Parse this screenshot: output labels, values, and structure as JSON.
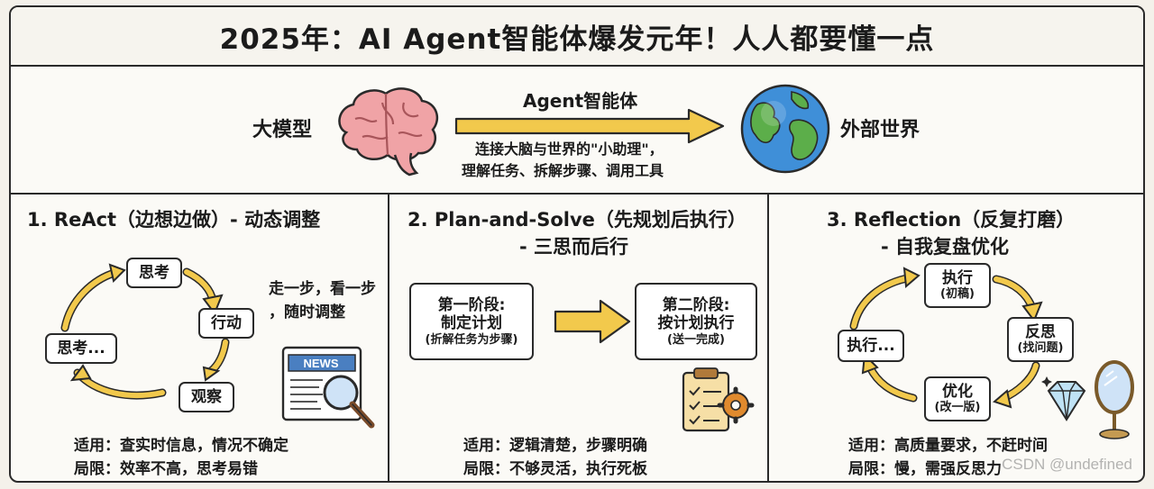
{
  "header": {
    "title": "2025年：AI Agent智能体爆发元年！人人都要懂一点"
  },
  "overview": {
    "left_label": "大模型",
    "arrow_label": "Agent智能体",
    "desc_line1": "连接大脑与世界的\"小助理\"，",
    "desc_line2": "理解任务、拆解步骤、调用工具",
    "right_label": "外部世界"
  },
  "react": {
    "title": "1. ReAct（边想边做）- 动态调整",
    "node_think": "思考",
    "node_act": "行动",
    "node_observe": "观察",
    "node_think_again": "思考...",
    "side_note_line1": "走一步，看一步",
    "side_note_line2": "，随时调整",
    "news_label": "NEWS",
    "applicable": "适用：查实时信息，情况不确定",
    "limitation": "局限：效率不高，思考易错"
  },
  "plan_solve": {
    "title_line1": "2. Plan-and-Solve（先规划后执行）",
    "title_line2": "- 三思而后行",
    "stage1_title": "第一阶段:",
    "stage1_main": "制定计划",
    "stage1_sub": "(折解任务为步骤)",
    "stage2_title": "第二阶段:",
    "stage2_main": "按计划执行",
    "stage2_sub": "(送一完成)",
    "applicable": "适用：逻辑清楚，步骤明确",
    "limitation": "局限：不够灵活，执行死板"
  },
  "reflection": {
    "title_line1": "3. Reflection（反复打磨）",
    "title_line2": "- 自我复盘优化",
    "node_execute": "执行",
    "node_execute_sub": "(初稿)",
    "node_reflect": "反思",
    "node_reflect_sub": "(找问题)",
    "node_optimize": "优化",
    "node_optimize_sub": "(改一版)",
    "node_execute_again": "执行...",
    "applicable": "适用：高质量要求，不赶时间",
    "limitation": "局限：慢，需强反思力"
  },
  "watermark": "CSDN @undefined",
  "colors": {
    "arrow_yellow": "#f2c94c",
    "brain_pink": "#f0a3a6",
    "ocean_blue": "#3f8fd8",
    "land_green": "#5cae4a",
    "magnifier_blue": "#4a7fc1",
    "frame_dark": "#2a2a2a"
  },
  "icons": [
    "brain-icon",
    "earth-globe-icon",
    "newspaper-magnifier-icon",
    "clipboard-gear-icon",
    "diamond-icon",
    "mirror-icon"
  ]
}
